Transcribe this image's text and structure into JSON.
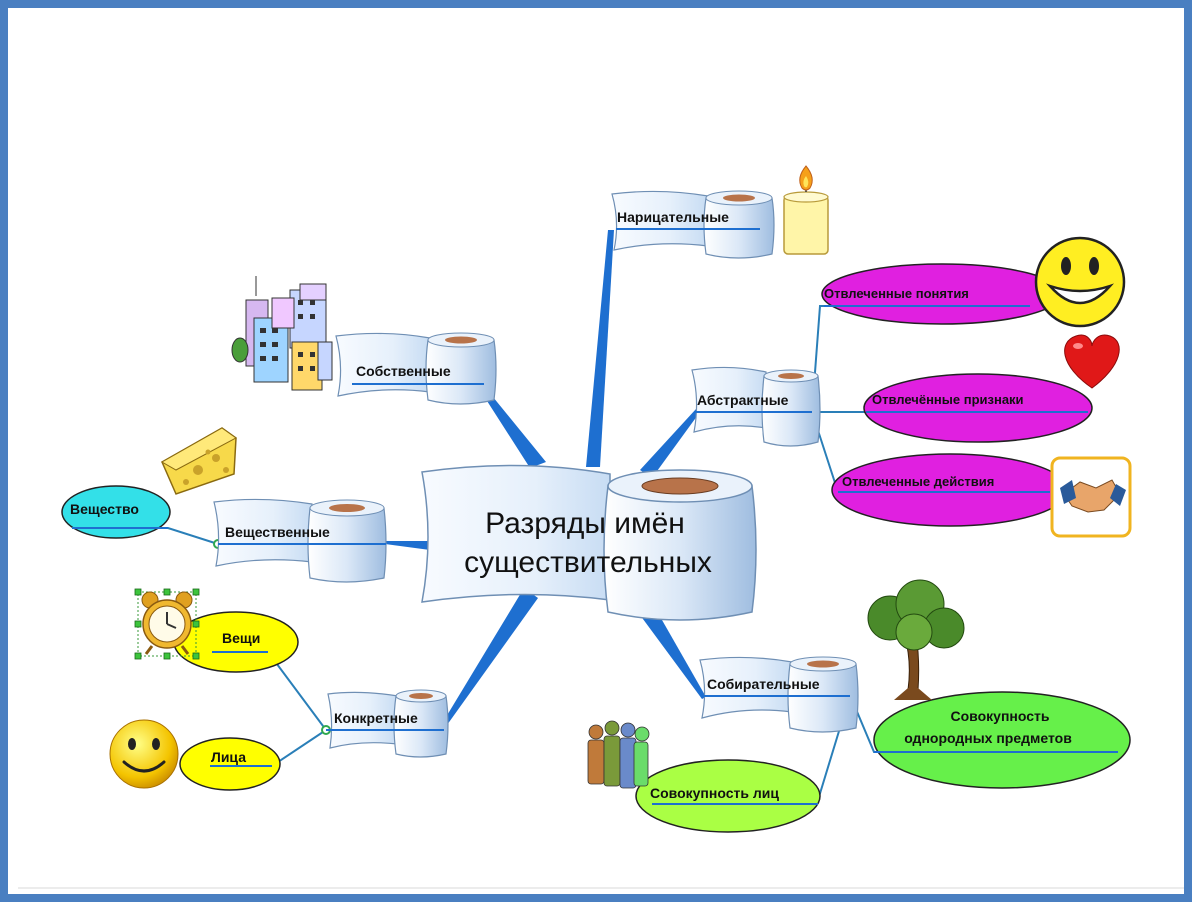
{
  "center": {
    "line1": "Разряды имён",
    "line2": "существительных"
  },
  "branches": {
    "common": "Нарицательные",
    "proper": "Собственные",
    "material": "Вещественные",
    "concrete": "Конкретные",
    "abstract": "Абстрактные",
    "collective": "Собирательные"
  },
  "leaves": {
    "substance": "Вещество",
    "things": "Вещи",
    "persons": "Лица",
    "abstract_concepts": "Отвлеченные понятия",
    "abstract_features": "Отвлечённые признаки",
    "abstract_actions": "Отвлеченные действия",
    "collective_people": "Совокупность лиц",
    "collective_items_line1": "Совокупность",
    "collective_items_line2": "однородных предметов"
  },
  "colors": {
    "frame": "#4a7fc1",
    "branch_line": "#1e6fd0",
    "magenta": "#e020e0",
    "yellow": "#ffff00",
    "cyan": "#33e0e8",
    "green": "#66f04a",
    "lime": "#aaff44"
  },
  "icons": [
    "candle-icon",
    "city-icon",
    "cheese-icon",
    "alarm-clock-icon",
    "smiley-icon",
    "heart-icon",
    "handshake-icon",
    "tree-icon",
    "people-icon"
  ]
}
